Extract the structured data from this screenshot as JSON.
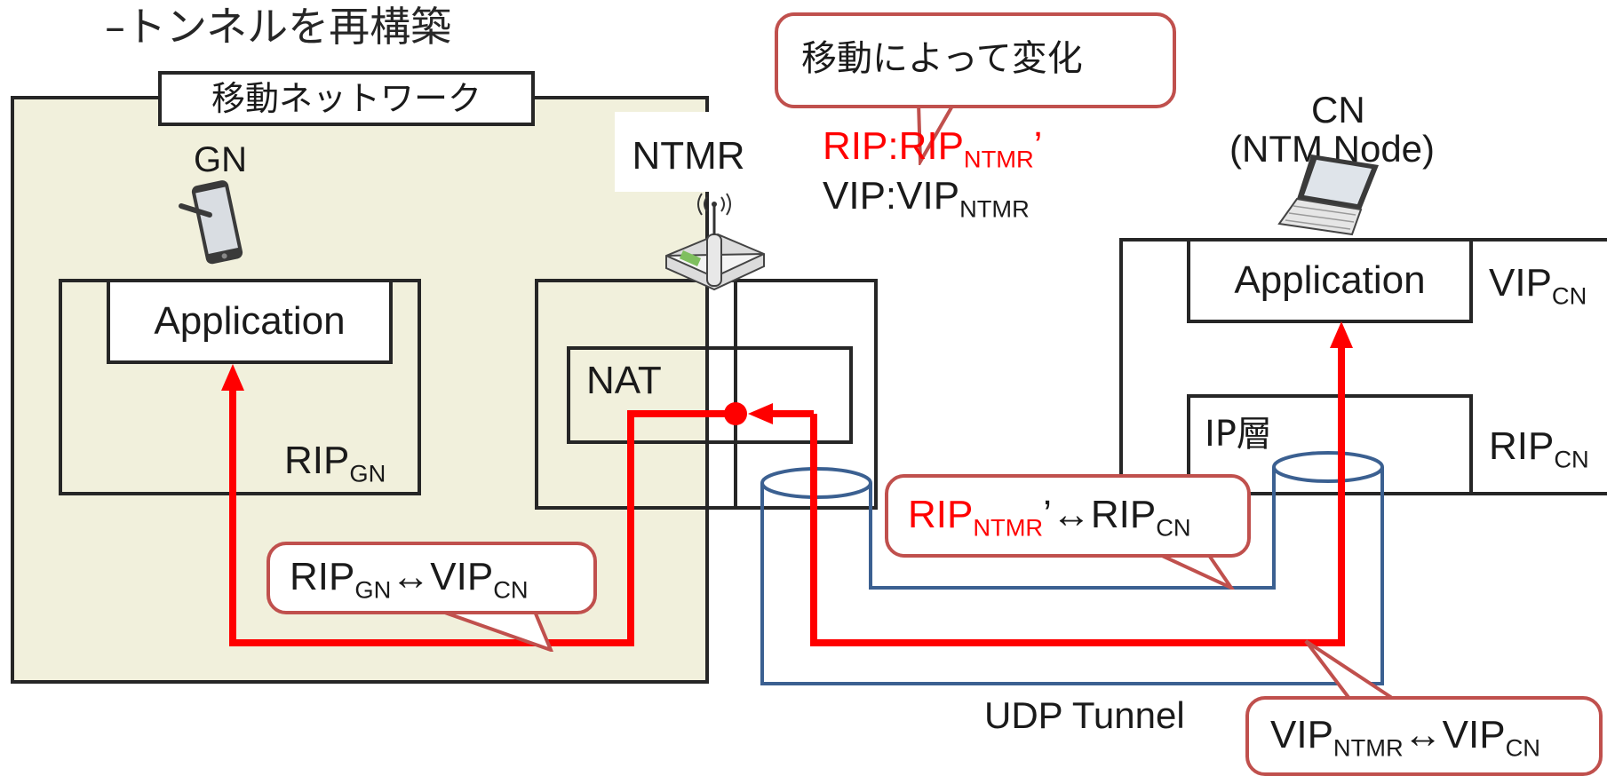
{
  "slide": {
    "heading": "–トンネルを再構築"
  },
  "mobile_network": {
    "title": "移動ネットワーク",
    "gn_label": "GN",
    "app_label": "Application",
    "rip_gn": {
      "main": "RIP",
      "sub": "GN"
    },
    "callout": {
      "a": "RIP",
      "a_sub": "GN",
      "arrow": "↔",
      "b": "VIP",
      "b_sub": "CN"
    }
  },
  "ntmr": {
    "label": "NTMR",
    "nat_label": "NAT"
  },
  "change_callout": {
    "text": "移動によって変化",
    "line1": {
      "a": "RIP:RIP",
      "sub": "NTMR",
      "suffix": "’"
    },
    "line2": {
      "a": "VIP:VIP",
      "sub": "NTMR"
    }
  },
  "cn": {
    "title_line1": "CN",
    "title_line2": "(NTM Node)",
    "app_label": "Application",
    "ip_layer": "IP層",
    "vip_cn": {
      "main": "VIP",
      "sub": "CN"
    },
    "rip_cn": {
      "main": "RIP",
      "sub": "CN"
    }
  },
  "tunnel": {
    "label": "UDP Tunnel",
    "inner_callout": {
      "a": "RIP",
      "a_sub": "NTMR",
      "mid": "’↔RIP",
      "b_sub": "CN"
    },
    "outer_callout": {
      "a": "VIP",
      "a_sub": "NTMR",
      "mid": "↔VIP",
      "b_sub": "CN"
    }
  },
  "colors": {
    "path_red": "#ff0000",
    "callout_border": "#c0504d",
    "tunnel_blue": "#3b6091",
    "network_bg": "#f1f0dc",
    "box_border": "#262626"
  },
  "icons": [
    "tablet-icon",
    "wireless-router-icon",
    "laptop-icon"
  ]
}
